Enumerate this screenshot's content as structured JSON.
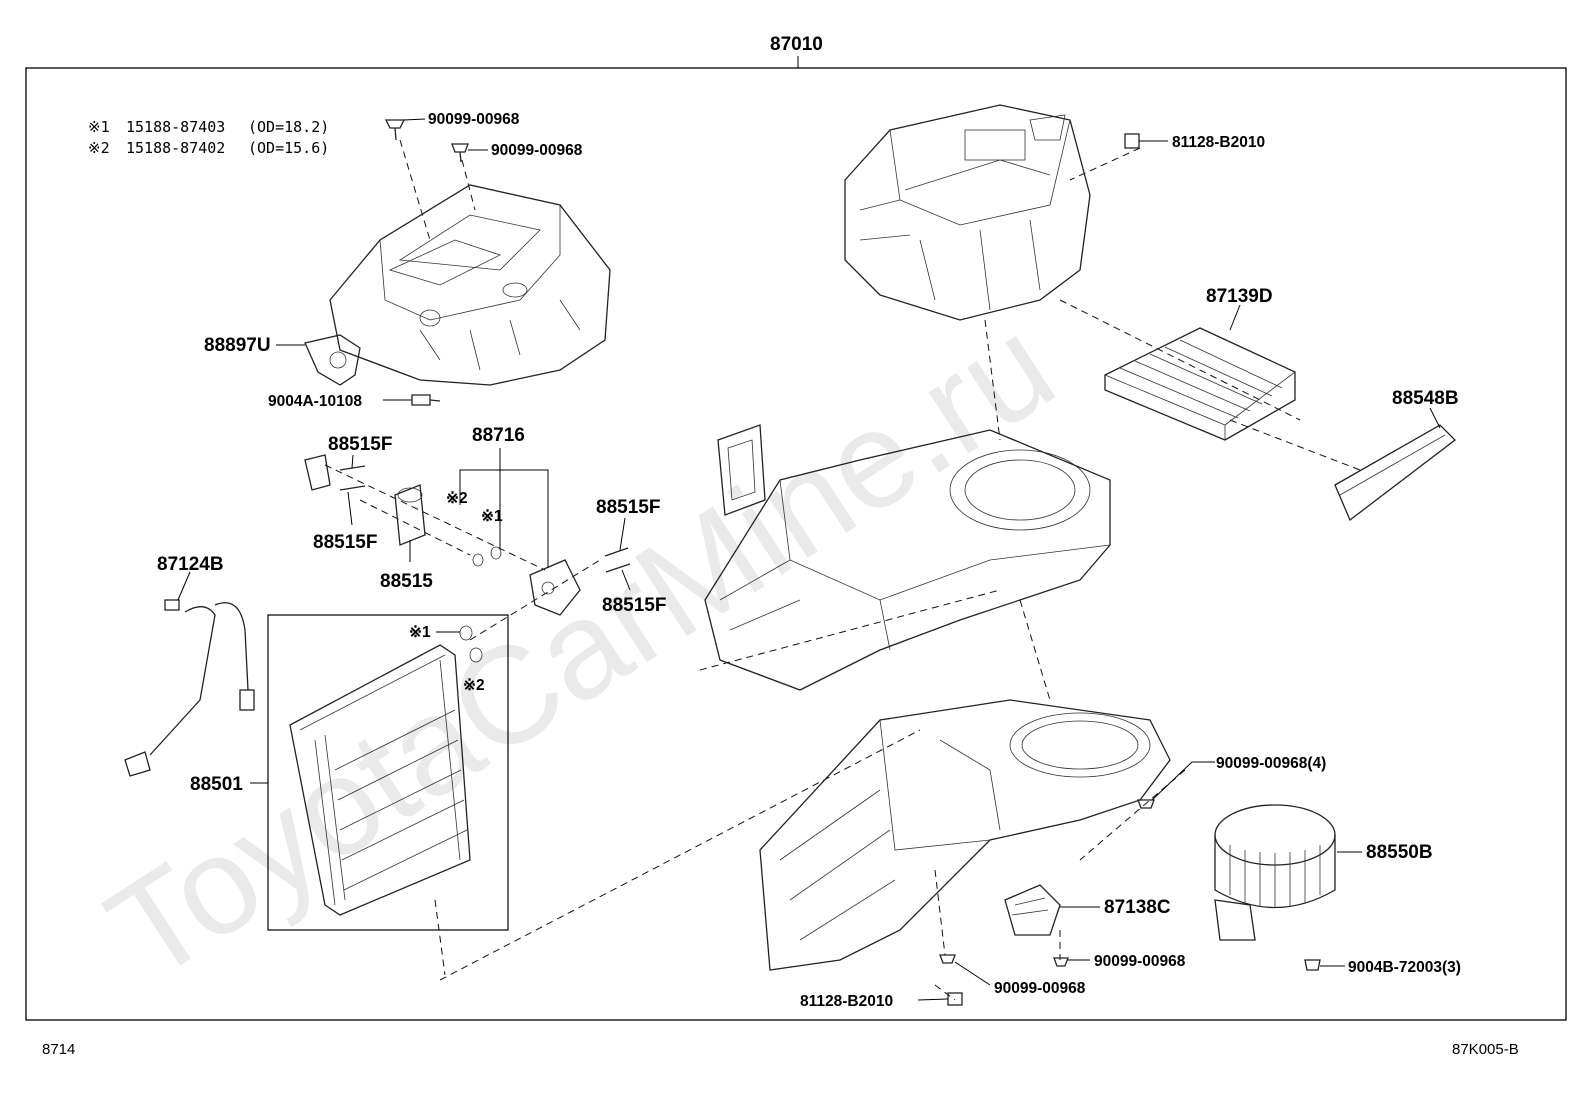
{
  "diagram": {
    "assembly_label": "87010",
    "watermark": "ToyotaCarMine.ru",
    "notes": [
      {
        "mark": "※1",
        "part": "15188-87403",
        "spec": "(OD=18.2)"
      },
      {
        "mark": "※2",
        "part": "15188-87402",
        "spec": "(OD=15.6)"
      }
    ],
    "part_labels": {
      "p90099_a": "90099-00968",
      "p90099_b": "90099-00968",
      "p81128_top": "81128-B2010",
      "p88897u": "88897U",
      "p9004a": "9004A-10108",
      "p87139d": "87139D",
      "p88548b": "88548B",
      "p88716": "88716",
      "p88515f_1": "88515F",
      "p88515f_2": "88515F",
      "p88515f_3": "88515F",
      "p88515f_4": "88515F",
      "p88515": "88515",
      "mark2_a": "※2",
      "mark1_a": "※1",
      "mark1_b": "※1",
      "mark2_b": "※2",
      "p87124b": "87124B",
      "p88501": "88501",
      "p90099_4": "90099-00968(4)",
      "p88550b": "88550B",
      "p87138c": "87138C",
      "p90099_c": "90099-00968",
      "p9004b": "9004B-72003(3)",
      "p90099_d": "90099-00968",
      "p81128_bot": "81128-B2010"
    },
    "footer_left": "8714",
    "footer_right": "87K005-B"
  }
}
